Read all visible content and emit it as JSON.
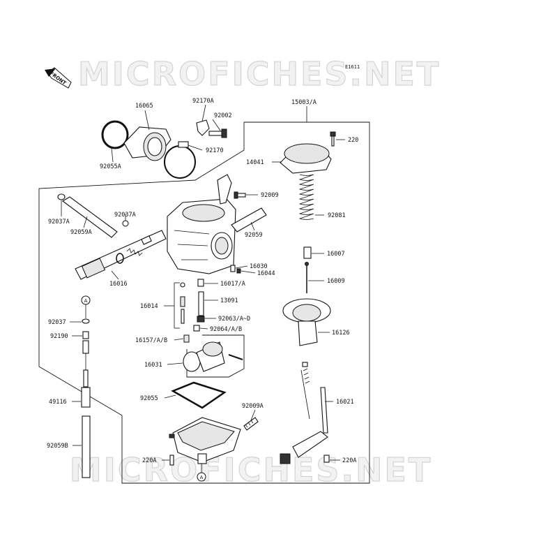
{
  "watermark": "MICROFICHES.NET",
  "diagram_code": "E1611",
  "front_label": "FRONT",
  "circle_ref": "A",
  "labels": {
    "l16065": "16065",
    "l92170A": "92170A",
    "l92002": "92002",
    "l92170": "92170",
    "l92055A": "92055A",
    "l15003": "15003/A",
    "l220": "220",
    "l14041": "14041",
    "l92009": "92009",
    "l92081": "92081",
    "l92037A_left": "92037A",
    "l92037A_right": "92037A",
    "l92059A": "92059A",
    "l92059": "92059",
    "l16007": "16007",
    "l16030": "16030",
    "l16044": "16044",
    "l16016": "16016",
    "l16017": "16017/A",
    "l16009": "16009",
    "l16014": "16014",
    "l13091": "13091",
    "l92037": "92037",
    "l92063": "92063/A~D",
    "l92190": "92190",
    "l92064": "92064/A/B",
    "l16126": "16126",
    "l16157": "16157/A/B",
    "l16031": "16031",
    "l92055": "92055",
    "l16021": "16021",
    "l49116": "49116",
    "l92009A": "92009A",
    "l92059B": "92059B",
    "l220A_left": "220A",
    "l220A_right": "220A"
  }
}
